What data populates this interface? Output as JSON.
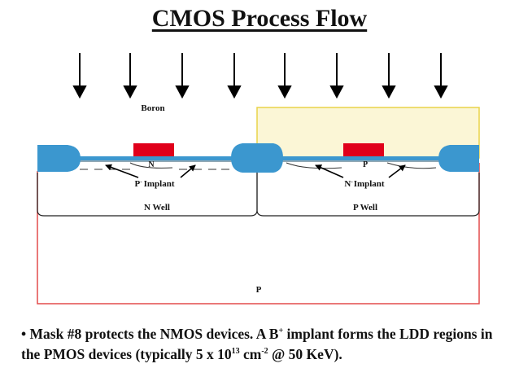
{
  "title": "CMOS Process Flow",
  "diagram": {
    "implant_species": "Boron",
    "nmos_gate_label": "P",
    "pmos_gate_label": "N",
    "left_implant_prefix": "P",
    "left_implant_suffix": "Implant",
    "right_implant_prefix": "N",
    "right_implant_suffix": "Implant",
    "implant_sup": "-",
    "n_well": "N Well",
    "p_well": "P Well",
    "substrate": "P",
    "colors": {
      "field_oxide": "#3B97CF",
      "gate_oxide": "#3B97CF",
      "gate": "#E0001B",
      "mask": "#FBF6D6",
      "mask_border": "#E9D349",
      "substrate_border": "#E44C4C"
    }
  },
  "bullet": {
    "p1": "Mask #8 protects the NMOS devices. A B",
    "sup1": "+",
    "p2": " implant forms the LDD regions in the PMOS devices (typically 5 x 10",
    "sup2": "13",
    "p3": " cm",
    "sup3": "-2",
    "p4": " @ 50 KeV)."
  }
}
